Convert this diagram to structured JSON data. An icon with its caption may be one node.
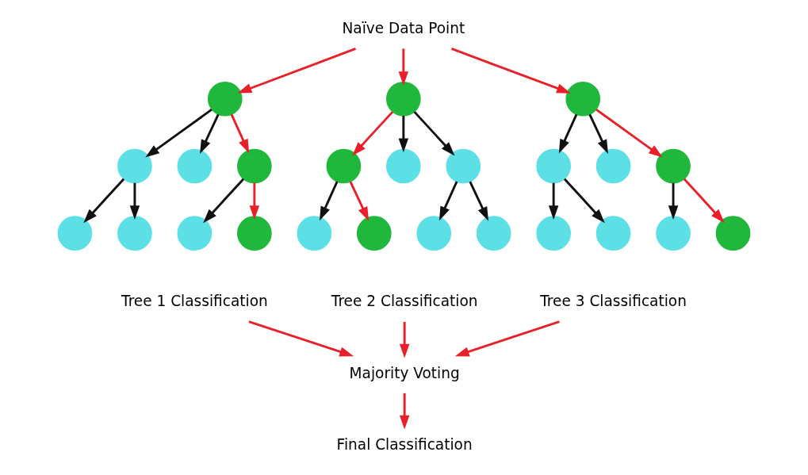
{
  "diagram": {
    "nodes": [
      {
        "text": [
          "Naïve Data Point"
        ]
      },
      {
        "text": [],
        "shape": "circle"
      },
      {
        "text": [],
        "shape": "circle"
      },
      {
        "text": [],
        "shape": "circle"
      },
      {
        "text": [],
        "shape": "circle"
      },
      {
        "text": [],
        "shape": "circle"
      },
      {
        "text": [],
        "shape": "circle"
      },
      {
        "text": [],
        "shape": "circle"
      },
      {
        "text": [],
        "shape": "circle"
      },
      {
        "text": [],
        "shape": "circle"
      },
      {
        "text": [],
        "shape": "circle"
      },
      {
        "text": [],
        "shape": "circle"
      },
      {
        "text": [],
        "shape": "circle"
      },
      {
        "text": [],
        "shape": "circle"
      },
      {
        "text": [],
        "shape": "circle"
      },
      {
        "text": [],
        "shape": "circle"
      },
      {
        "text": [],
        "shape": "circle"
      },
      {
        "text": [],
        "shape": "circle"
      },
      {
        "text": [],
        "shape": "circle"
      },
      {
        "text": [],
        "shape": "circle"
      },
      {
        "text": [],
        "shape": "circle"
      },
      {
        "text": [],
        "shape": "circle"
      },
      {
        "text": [],
        "shape": "circle"
      },
      {
        "text": [],
        "shape": "circle"
      },
      {
        "text": [],
        "shape": "circle"
      },
      {
        "text": [
          "Tree 1 Classification"
        ]
      },
      {
        "text": [
          "Tree 2 Classification"
        ]
      },
      {
        "text": [
          "Tree 3 Classification"
        ]
      },
      {
        "text": [
          "Majority Voting"
        ]
      },
      {
        "text": [
          "Final Classification"
        ]
      }
    ],
    "edges": [
      {
        "from": 0,
        "to": 1,
        "arrow": "to",
        "color": "#e8202a"
      },
      {
        "from": 0,
        "to": 2,
        "arrow": "to",
        "color": "#e8202a"
      },
      {
        "from": 0,
        "to": 3,
        "arrow": "to",
        "color": "#e8202a"
      },
      {
        "from": 1,
        "to": 4,
        "arrow": "to"
      },
      {
        "from": 1,
        "to": 5,
        "arrow": "to"
      },
      {
        "from": 1,
        "to": 6,
        "arrow": "to",
        "color": "#e8202a"
      },
      {
        "from": 4,
        "to": 13,
        "arrow": "to"
      },
      {
        "from": 4,
        "to": 14,
        "arrow": "to"
      },
      {
        "from": 6,
        "to": 15,
        "arrow": "to"
      },
      {
        "from": 6,
        "to": 16,
        "arrow": "to",
        "color": "#e8202a"
      },
      {
        "from": 2,
        "to": 7,
        "arrow": "to",
        "color": "#e8202a"
      },
      {
        "from": 2,
        "to": 8,
        "arrow": "to"
      },
      {
        "from": 2,
        "to": 9,
        "arrow": "to"
      },
      {
        "from": 7,
        "to": 17,
        "arrow": "to"
      },
      {
        "from": 7,
        "to": 18,
        "arrow": "to",
        "color": "#e8202a"
      },
      {
        "from": 9,
        "to": 19,
        "arrow": "to"
      },
      {
        "from": 9,
        "to": 20,
        "arrow": "to"
      },
      {
        "from": 3,
        "to": 10,
        "arrow": "to"
      },
      {
        "from": 3,
        "to": 11,
        "arrow": "to"
      },
      {
        "from": 3,
        "to": 12,
        "arrow": "to",
        "color": "#e8202a"
      },
      {
        "from": 10,
        "to": 21,
        "arrow": "to"
      },
      {
        "from": 10,
        "to": 22,
        "arrow": "to"
      },
      {
        "from": 12,
        "to": 23,
        "arrow": "to"
      },
      {
        "from": 12,
        "to": 24,
        "arrow": "to",
        "color": "#e8202a"
      },
      {
        "from": 25,
        "to": 28,
        "arrow": "to",
        "color": "#e8202a"
      },
      {
        "from": 26,
        "to": 28,
        "arrow": "to",
        "color": "#e8202a"
      },
      {
        "from": 27,
        "to": 28,
        "arrow": "to",
        "color": "#e8202a"
      },
      {
        "from": 28,
        "to": 29,
        "arrow": "to",
        "color": "#e8202a"
      }
    ]
  }
}
